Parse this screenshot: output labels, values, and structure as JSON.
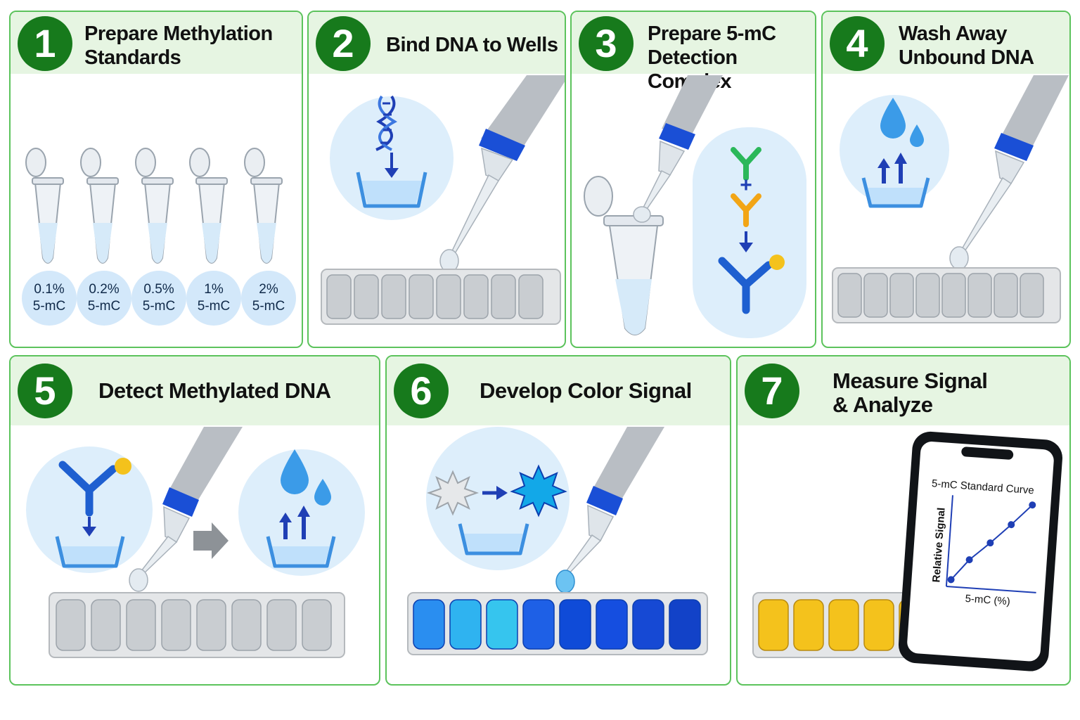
{
  "steps": [
    {
      "number": "1",
      "title": "Prepare Methylation\nStandards"
    },
    {
      "number": "2",
      "title": "Bind DNA to Wells"
    },
    {
      "number": "3",
      "title": "Prepare 5-mC\nDetection Complex"
    },
    {
      "number": "4",
      "title": "Wash Away\nUnbound DNA"
    },
    {
      "number": "5",
      "title": "Detect Methylated DNA"
    },
    {
      "number": "6",
      "title": "Develop Color Signal"
    },
    {
      "number": "7",
      "title": "Measure Signal\n& Analyze"
    }
  ],
  "standards": [
    {
      "pct": "0.1%",
      "unit": "5-mC"
    },
    {
      "pct": "0.2%",
      "unit": "5-mC"
    },
    {
      "pct": "0.5%",
      "unit": "5-mC"
    },
    {
      "pct": "1%",
      "unit": "5-mC"
    },
    {
      "pct": "2%",
      "unit": "5-mC"
    }
  ],
  "standard_curve": {
    "title": "5-mC Standard Curve",
    "xlabel": "5-mC (%)",
    "ylabel": "Relative Signal"
  },
  "colors": {
    "panel_border": "#5cc35c",
    "header_bg": "#e6f5e2",
    "badge": "#177a1c",
    "pipette_band": "#1a4fd6",
    "antibody_primary": "#2bb85a",
    "antibody_secondary": "#f2a516",
    "antibody_conjugate": "#1e5fd0",
    "signal_yellow": "#f4c21c"
  }
}
